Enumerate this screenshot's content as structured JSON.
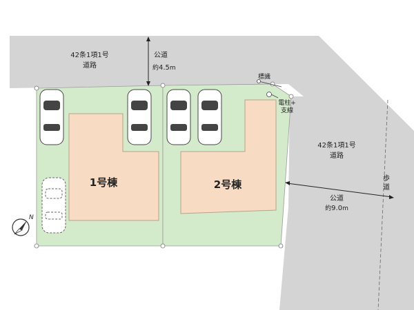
{
  "roads": {
    "north_road": {
      "type_label": "42条1項1号",
      "name_label": "道路"
    },
    "north_width": {
      "type_label": "公道",
      "width_prefix": "約",
      "width_value": "4.5",
      "width_unit": "m"
    },
    "east_road": {
      "type_label": "42条1項1号",
      "name_label": "道路"
    },
    "east_width": {
      "type_label": "公道",
      "width_prefix": "約",
      "width_value": "9.0",
      "width_unit": "m"
    },
    "sidewalk": {
      "line1": "歩",
      "line2": "道"
    }
  },
  "buildings": [
    {
      "label": "1号棟"
    },
    {
      "label": "2号棟"
    }
  ],
  "fixtures": {
    "marker_label": "標識",
    "pole_line1": "電柱+",
    "pole_line2": "支線"
  },
  "compass": {
    "north_label": "N"
  },
  "colors": {
    "road": "#d4d4d4",
    "lot": "#d4ebcb",
    "building": "#f7dcc3",
    "lot_border": "#9a9a9a"
  }
}
